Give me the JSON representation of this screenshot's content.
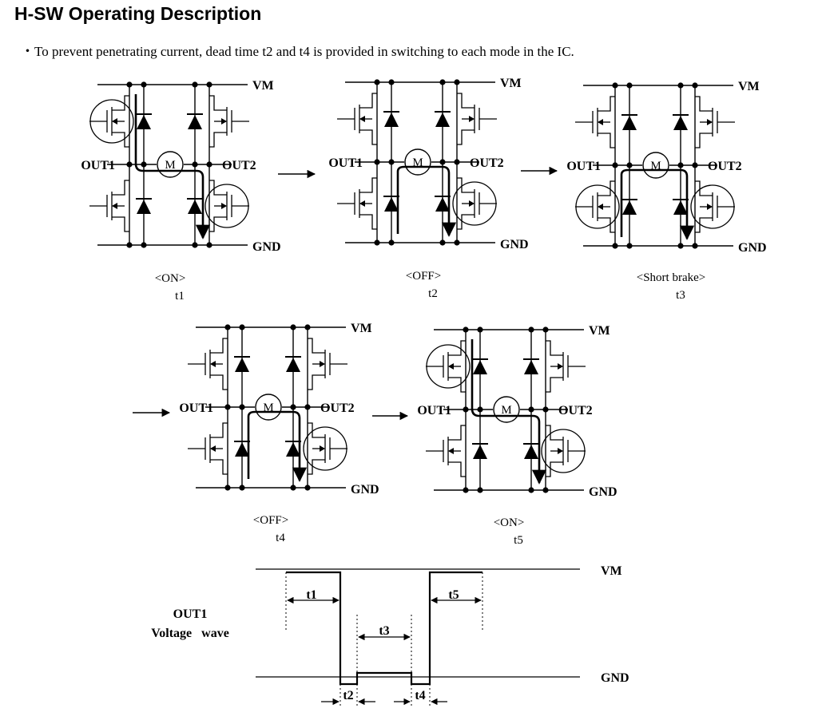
{
  "header": {
    "title": "H-SW Operating Description",
    "description": "・To prevent penetrating current, dead time t2 and t4 is provided in switching to each mode in the IC."
  },
  "labels": {
    "vm": "VM",
    "gnd": "GND",
    "out1": "OUT1",
    "out2": "OUT2",
    "motor": "M"
  },
  "panels": [
    {
      "mode": "<ON>",
      "time": "t1"
    },
    {
      "mode": "<OFF>",
      "time": "t2"
    },
    {
      "mode": "<Short brake>",
      "time": "t3"
    },
    {
      "mode": "<OFF>",
      "time": "t4"
    },
    {
      "mode": "<ON>",
      "time": "t5"
    }
  ],
  "waveform": {
    "signal_line1": "OUT1",
    "signal_line2": "Voltage   wave",
    "vm": "VM",
    "gnd": "GND",
    "intervals": [
      "t1",
      "t2",
      "t3",
      "t4",
      "t5"
    ]
  }
}
